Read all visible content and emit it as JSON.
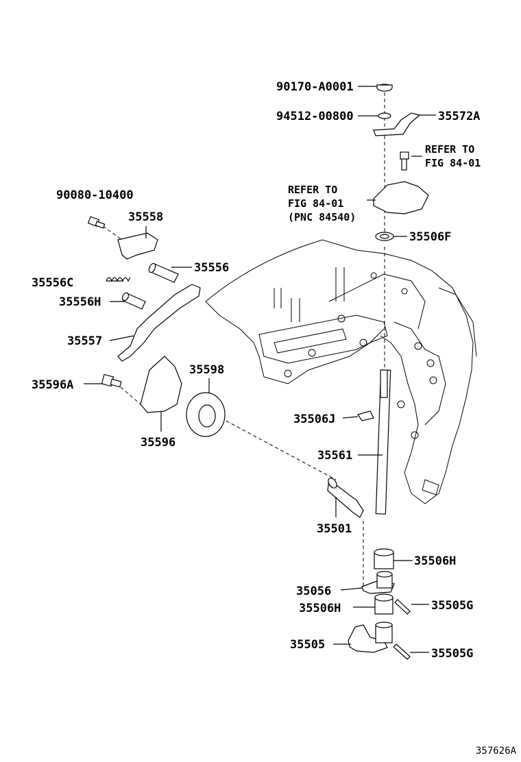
{
  "labels": {
    "p90170A0001": "90170-A0001",
    "p9451200800": "94512-00800",
    "p35572A": "35572A",
    "p9008010400": "90080-10400",
    "p35558": "35558",
    "p35556": "35556",
    "p35556C": "35556C",
    "p35556H": "35556H",
    "p35557": "35557",
    "p35596A": "35596A",
    "p35598": "35598",
    "p35596": "35596",
    "p35506F": "35506F",
    "p35506J": "35506J",
    "p35561": "35561",
    "p35501": "35501",
    "p35506H_top": "35506H",
    "p35056": "35056",
    "p35506H_mid": "35506H",
    "p35505G_top": "35505G",
    "p35505": "35505",
    "p35505G_bottom": "35505G"
  },
  "refers": {
    "right_line1": "REFER TO",
    "right_line2": "FIG 84-01",
    "left_line1": "REFER TO",
    "left_line2": "FIG 84-01",
    "left_line3": "(PNC 84540)"
  },
  "figure_number": "357626A"
}
